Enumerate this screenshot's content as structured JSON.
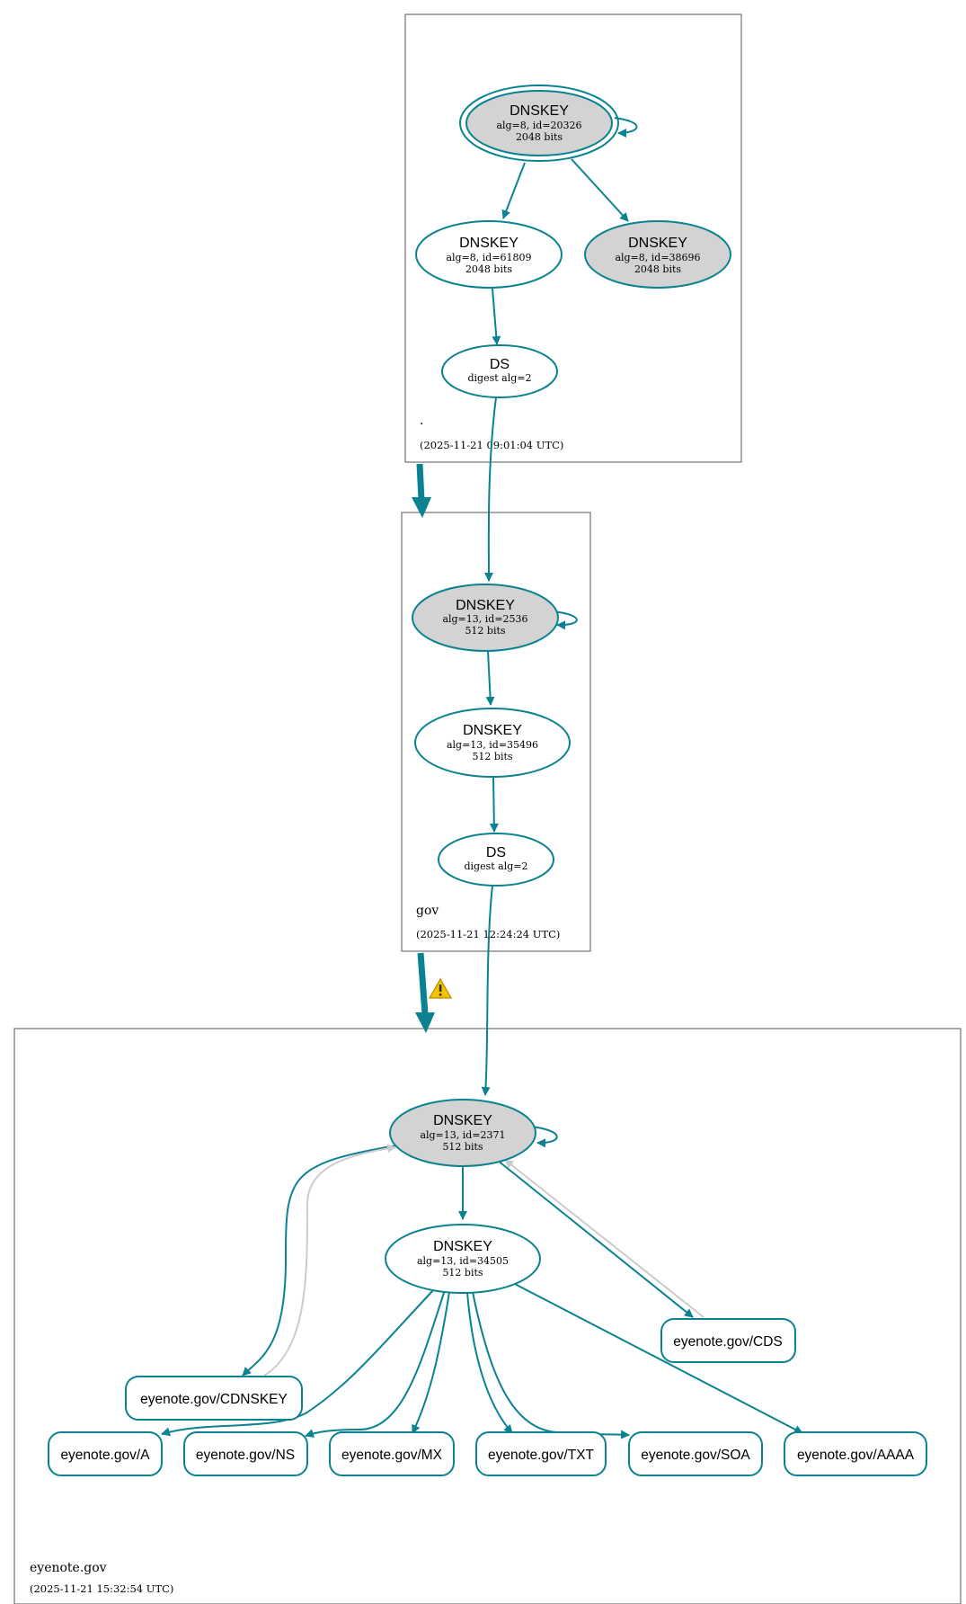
{
  "zones": [
    {
      "id": "root",
      "name": ".",
      "timestamp": "(2025-11-21 09:01:04 UTC)"
    },
    {
      "id": "gov",
      "name": "gov",
      "timestamp": "(2025-11-21 12:24:24 UTC)"
    },
    {
      "id": "eyenote",
      "name": "eyenote.gov",
      "timestamp": "(2025-11-21 15:32:54 UTC)"
    }
  ],
  "nodes": {
    "root_ksk": {
      "title": "DNSKEY",
      "line1": "alg=8, id=20326",
      "line2": "2048 bits"
    },
    "root_zsk1": {
      "title": "DNSKEY",
      "line1": "alg=8, id=61809",
      "line2": "2048 bits"
    },
    "root_zsk2": {
      "title": "DNSKEY",
      "line1": "alg=8, id=38696",
      "line2": "2048 bits"
    },
    "root_ds": {
      "title": "DS",
      "line1": "digest alg=2"
    },
    "gov_ksk": {
      "title": "DNSKEY",
      "line1": "alg=13, id=2536",
      "line2": "512 bits"
    },
    "gov_zsk": {
      "title": "DNSKEY",
      "line1": "alg=13, id=35496",
      "line2": "512 bits"
    },
    "gov_ds": {
      "title": "DS",
      "line1": "digest alg=2"
    },
    "eye_ksk": {
      "title": "DNSKEY",
      "line1": "alg=13, id=2371",
      "line2": "512 bits"
    },
    "eye_zsk": {
      "title": "DNSKEY",
      "line1": "alg=13, id=34505",
      "line2": "512 bits"
    }
  },
  "records": {
    "cds": "eyenote.gov/CDS",
    "cdnskey": "eyenote.gov/CDNSKEY",
    "a": "eyenote.gov/A",
    "ns": "eyenote.gov/NS",
    "mx": "eyenote.gov/MX",
    "txt": "eyenote.gov/TXT",
    "soa": "eyenote.gov/SOA",
    "aaaa": "eyenote.gov/AAAA"
  },
  "colors": {
    "edge": "#0a8291",
    "ksk_fill": "#d3d3d3",
    "node_stroke": "#0a8291",
    "warning": "#f5c400",
    "cds_edge": "#cccccc"
  },
  "icons": {
    "warning": "warning-triangle-icon"
  }
}
